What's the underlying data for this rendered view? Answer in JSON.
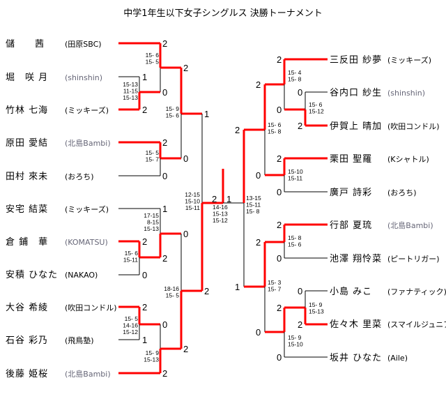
{
  "title": "中学1年生以下女子シングルス 決勝トーナメント",
  "colors": {
    "winner_line": "#ff0000",
    "loser_line": "#000000"
  },
  "left_players": [
    {
      "name": "儲　　茜",
      "club": "(田原SBC)",
      "gray": false
    },
    {
      "name": "堀　咲 月",
      "club": "(shinshin)",
      "gray": true
    },
    {
      "name": "竹林 七海",
      "club": "(ミッキーズ)",
      "gray": false
    },
    {
      "name": "原田 愛結",
      "club": "(北島Bambi)",
      "gray": true
    },
    {
      "name": "田村 來未",
      "club": "(おろち)",
      "gray": false
    },
    {
      "name": "安宅 結菜",
      "club": "(ミッキーズ)",
      "gray": false
    },
    {
      "name": "倉 鋪　華",
      "club": "(KOMATSU)",
      "gray": true
    },
    {
      "name": "安積 ひなた",
      "club": "(NAKAO)",
      "gray": false
    },
    {
      "name": "大谷 希綾",
      "club": "(吹田コンドル)",
      "gray": false
    },
    {
      "name": "石谷 彩乃",
      "club": "(飛鳥塾)",
      "gray": false
    },
    {
      "name": "後藤 姫桜",
      "club": "(北島Bambi)",
      "gray": true
    }
  ],
  "right_players": [
    {
      "name": "三反田 紗夢",
      "club": "(ミッキーズ)",
      "gray": false
    },
    {
      "name": "谷内口 紗生",
      "club": "(shinshin)",
      "gray": true
    },
    {
      "name": "伊賀上 晴加",
      "club": "(吹田コンドル)",
      "gray": false
    },
    {
      "name": "栗田 聖羅",
      "club": "(Kシャトル)",
      "gray": false
    },
    {
      "name": "廣戸 詩彩",
      "club": "(おろち)",
      "gray": false
    },
    {
      "name": "行部 夏琉",
      "club": "(北島Bambi)",
      "gray": true
    },
    {
      "name": "池澤 翔怜菜",
      "club": "(ピートリガー)",
      "gray": false
    },
    {
      "name": "小島 みこ",
      "club": "(ファナティック)",
      "gray": false
    },
    {
      "name": "佐々木 里菜",
      "club": "(スマイルジュニア)",
      "gray": false
    },
    {
      "name": "坂井 ひなた",
      "club": "(Aile)",
      "gray": false
    }
  ],
  "scores": [
    "2",
    "2",
    "1",
    "0",
    "2",
    "1",
    "2",
    "0",
    "0",
    "1",
    "0",
    "2",
    "2",
    "0",
    "2",
    "2",
    "0",
    "2",
    "1",
    "2",
    "2",
    "1",
    "2",
    "2",
    "0",
    "0",
    "2",
    "2",
    "2",
    "0",
    "0",
    "2",
    "2",
    "0",
    "1",
    "0",
    "2",
    "2",
    "0",
    "0"
  ],
  "match_scores": [
    [
      "15- 6",
      "15- 5"
    ],
    [
      "15-13",
      "11-15",
      "15-13"
    ],
    [
      "15- 9",
      "15- 6"
    ],
    [
      "15- 5",
      "15- 7"
    ],
    [
      "12-15",
      "15-10",
      "15-11"
    ],
    [
      "17-15",
      "8-15",
      "15-13"
    ],
    [
      "15- 6",
      "15-11"
    ],
    [
      "18-16",
      "15- 5"
    ],
    [
      "15- 5",
      "14-16",
      "15-12"
    ],
    [
      "15- 9",
      "15-13"
    ],
    [
      "14-16",
      "15-13",
      "15-12"
    ],
    [
      "13-15",
      "15-11",
      "15- 8"
    ],
    [
      "15- 6",
      "15- 8"
    ],
    [
      "15- 4",
      "15- 8"
    ],
    [
      "15- 6",
      "15-12"
    ],
    [
      "15-10",
      "15-11"
    ],
    [
      "15- 8",
      "15- 6"
    ],
    [
      "15- 3",
      "15- 7"
    ],
    [
      "15- 9",
      "15-13"
    ],
    [
      "15- 9",
      "15-10"
    ]
  ]
}
